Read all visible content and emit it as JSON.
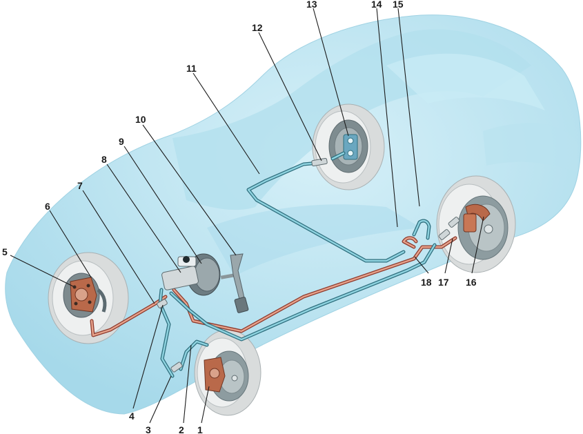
{
  "diagram": {
    "callouts": [
      {
        "id": "1",
        "text": "1"
      },
      {
        "id": "2",
        "text": "2"
      },
      {
        "id": "3",
        "text": "3"
      },
      {
        "id": "4",
        "text": "4"
      },
      {
        "id": "5",
        "text": "5"
      },
      {
        "id": "6",
        "text": "6"
      },
      {
        "id": "7",
        "text": "7"
      },
      {
        "id": "8",
        "text": "8"
      },
      {
        "id": "9",
        "text": "9"
      },
      {
        "id": "10",
        "text": "10"
      },
      {
        "id": "11",
        "text": "11"
      },
      {
        "id": "12",
        "text": "12"
      },
      {
        "id": "13",
        "text": "13"
      },
      {
        "id": "14",
        "text": "14"
      },
      {
        "id": "15",
        "text": "15"
      },
      {
        "id": "16",
        "text": "16"
      },
      {
        "id": "17",
        "text": "17"
      },
      {
        "id": "18",
        "text": "18"
      }
    ],
    "colors": {
      "car_body": "#bfe6f2",
      "car_shade": "#a7d8e8",
      "circuit_blue": "#8fd3e0",
      "circuit_red": "#e7a38c",
      "brake_copper": "#b9694a",
      "tire_grey": "#d9dcdc"
    }
  }
}
